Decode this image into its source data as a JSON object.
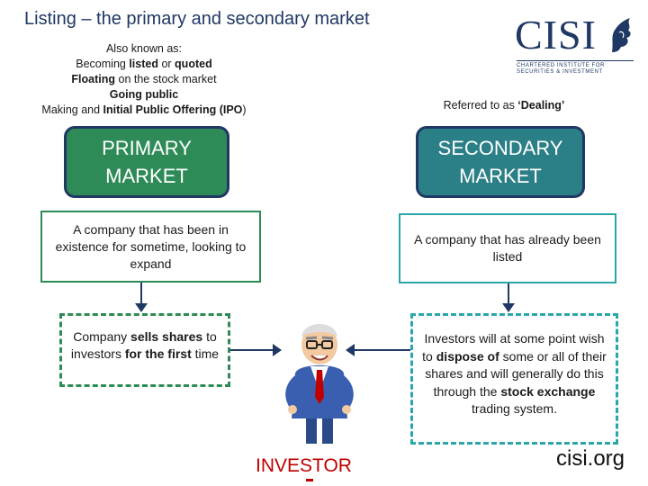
{
  "title": "Listing – the primary and secondary market",
  "aka": {
    "line1": "Also known as:",
    "line2_a": "Becoming ",
    "line2_b": "listed",
    "line2_c": " or ",
    "line2_d": "quoted",
    "line3_a": "Floating",
    "line3_b": " on the stock market",
    "line4": "Going public",
    "line5_a": "Making and ",
    "line5_b": "Initial Public Offering (IPO",
    "line5_c": ")"
  },
  "logo": {
    "word": "CISI",
    "sub1": "CHARTERED INSTITUTE FOR",
    "sub2": "SECURITIES & INVESTMENT"
  },
  "dealing": {
    "prefix": "Referred to as ",
    "term": "‘Dealing’"
  },
  "primary": {
    "line1": "PRIMARY",
    "line2": "MARKET",
    "desc": "A company that has been in existence for sometime, looking to expand"
  },
  "secondary": {
    "line1": "SECONDARY",
    "line2": "MARKET",
    "desc": "A company that has already been listed"
  },
  "left_detail": {
    "a": "Company ",
    "b": "sells shares",
    "c": " to investors ",
    "d": "for the first",
    "e": " time"
  },
  "right_detail": {
    "a": "Investors will at some point wish to ",
    "b": "dispose of",
    "c": " some or all of their shares and will generally do this through the ",
    "d": "stock exchange",
    "e": " trading system."
  },
  "investor_label": "INVESTOR",
  "site": "cisi.org",
  "colors": {
    "primary": "#2e8b57",
    "secondary": "#2b7f86",
    "navy": "#1f3864",
    "investor": "#c00000"
  }
}
